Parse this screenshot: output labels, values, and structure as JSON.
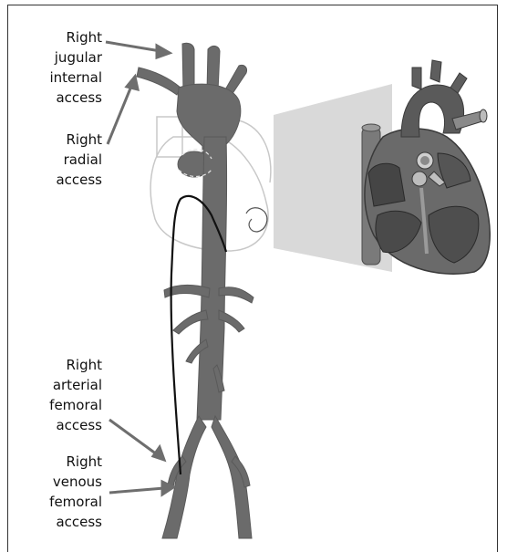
{
  "labels": {
    "jugular": "Right\njugular\ninternal\naccess",
    "radial": "Right\nradial\naccess",
    "arterial_femoral": "Right\narterial\nfemoral\naccess",
    "venous_femoral": "Right\nvenous\nfemoral\naccess"
  },
  "colors": {
    "vessel": "#6b6b6b",
    "vessel_light": "#8a8a8a",
    "heart_outline": "#c8c8c8",
    "catheter": "#111111",
    "arrow": "#6e6e6e",
    "panel": "#d9d9d9"
  }
}
